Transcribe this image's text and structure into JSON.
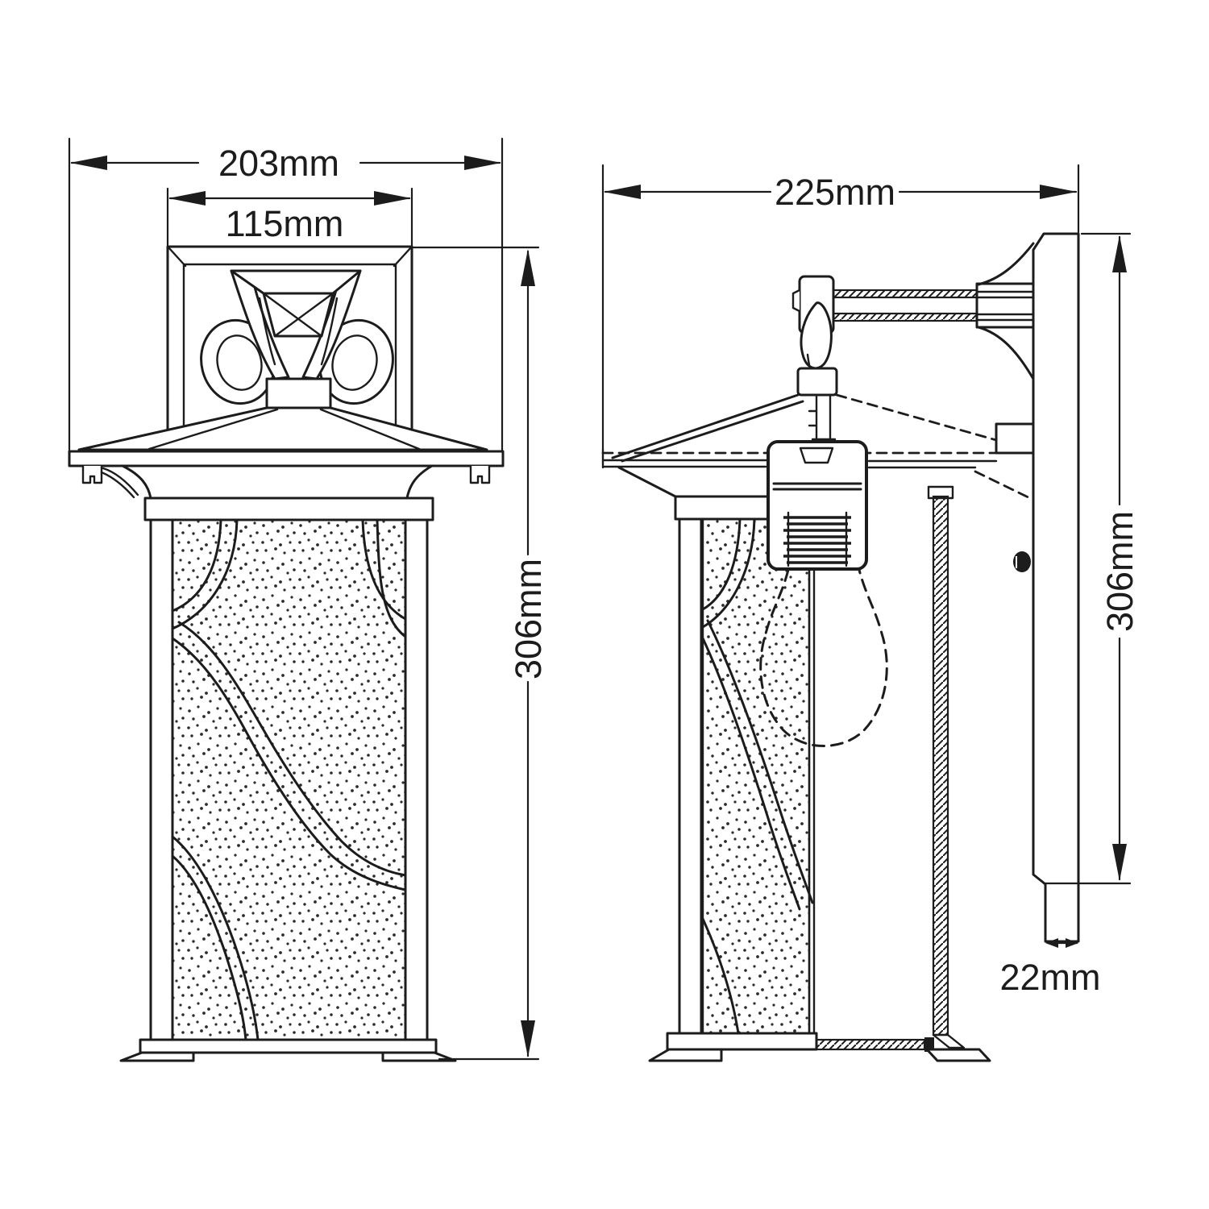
{
  "drawing": {
    "type": "technical-line-drawing",
    "subject": "outdoor wall lantern, front and side elevation",
    "background_color": "#ffffff",
    "line_color": "#1c1c1c",
    "views": {
      "front": {
        "name": "front elevation"
      },
      "side": {
        "name": "side elevation"
      }
    },
    "dimensions": {
      "overall_width": "203mm",
      "backplate_width": "115mm",
      "overall_height": "306mm",
      "overall_depth": "225mm",
      "wallplate_height": "306mm",
      "wallplate_thickness": "22mm"
    }
  }
}
